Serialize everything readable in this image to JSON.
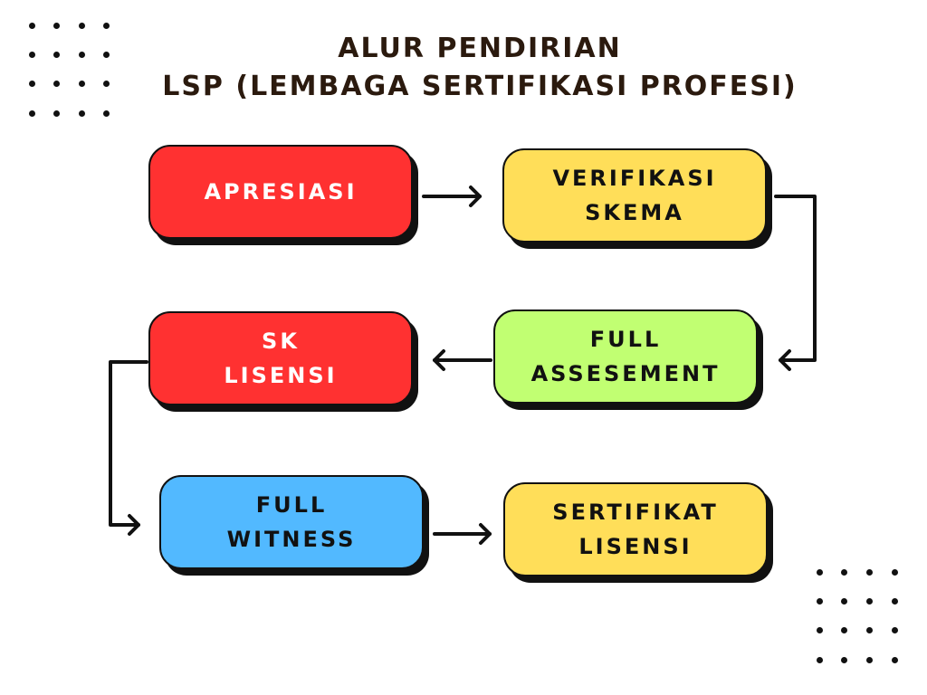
{
  "title": {
    "line1": "ALUR PENDIRIAN",
    "line2": "LSP (LEMBAGA SERTIFIKASI PROFESI)"
  },
  "colors": {
    "red": "#ff3131",
    "yellow": "#ffde59",
    "green": "#c1ff72",
    "blue": "#52b9ff",
    "title": "#2b1a0e"
  },
  "steps": [
    {
      "lines": [
        "APRESIASI"
      ]
    },
    {
      "lines": [
        "VERIFIKASI",
        "SKEMA"
      ]
    },
    {
      "lines": [
        "FULL",
        "ASSESEMENT"
      ]
    },
    {
      "lines": [
        "SK",
        "LISENSI"
      ]
    },
    {
      "lines": [
        "FULL",
        "WITNESS"
      ]
    },
    {
      "lines": [
        "SERTIFIKAT",
        "LISENSI"
      ]
    }
  ]
}
